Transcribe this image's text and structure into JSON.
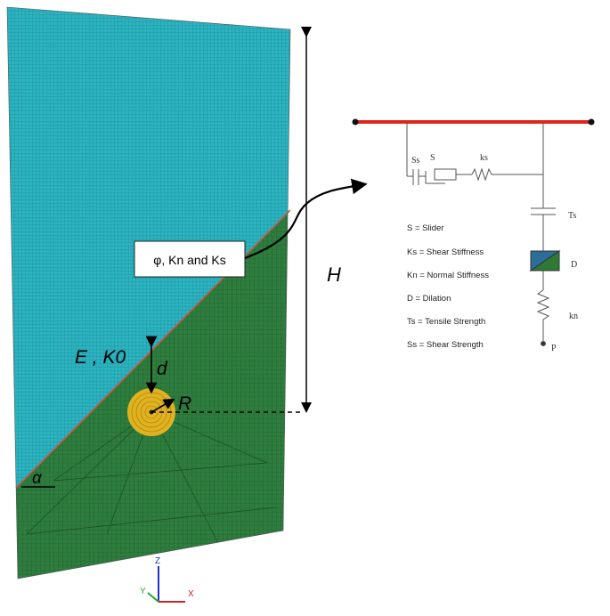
{
  "model": {
    "interface_label": "φ, Kn and Ks",
    "material_label": "E , K0",
    "depth_label": "d",
    "radius_label": "R",
    "height_label": "H",
    "angle_label": "α",
    "colors": {
      "upper_block": "#2bb3c0",
      "lower_block": "#2e7d3e",
      "tunnel": "#e0b21f",
      "interface_line": "#c8584a"
    }
  },
  "axes": {
    "z": "Z",
    "y": "Y",
    "x": "X"
  },
  "joint_model": {
    "labels": {
      "shear_strength_symbol": "Ss",
      "slider_symbol": "S",
      "shear_spring_symbol": "ks",
      "tensile_symbol": "Ts",
      "dilation_symbol": "D",
      "normal_spring_symbol": "kn",
      "point_symbol": "P"
    },
    "legend": [
      "S = Slider",
      "Ks = Shear Stiffness",
      "Kn = Normal Stiffness",
      "D = Dilation",
      "Ts = Tensile Strength",
      "Ss = Shear Strength"
    ],
    "colors": {
      "top_bar": "#e0261b",
      "dilation_a": "#2c6d9a",
      "dilation_b": "#2e7a34"
    }
  }
}
